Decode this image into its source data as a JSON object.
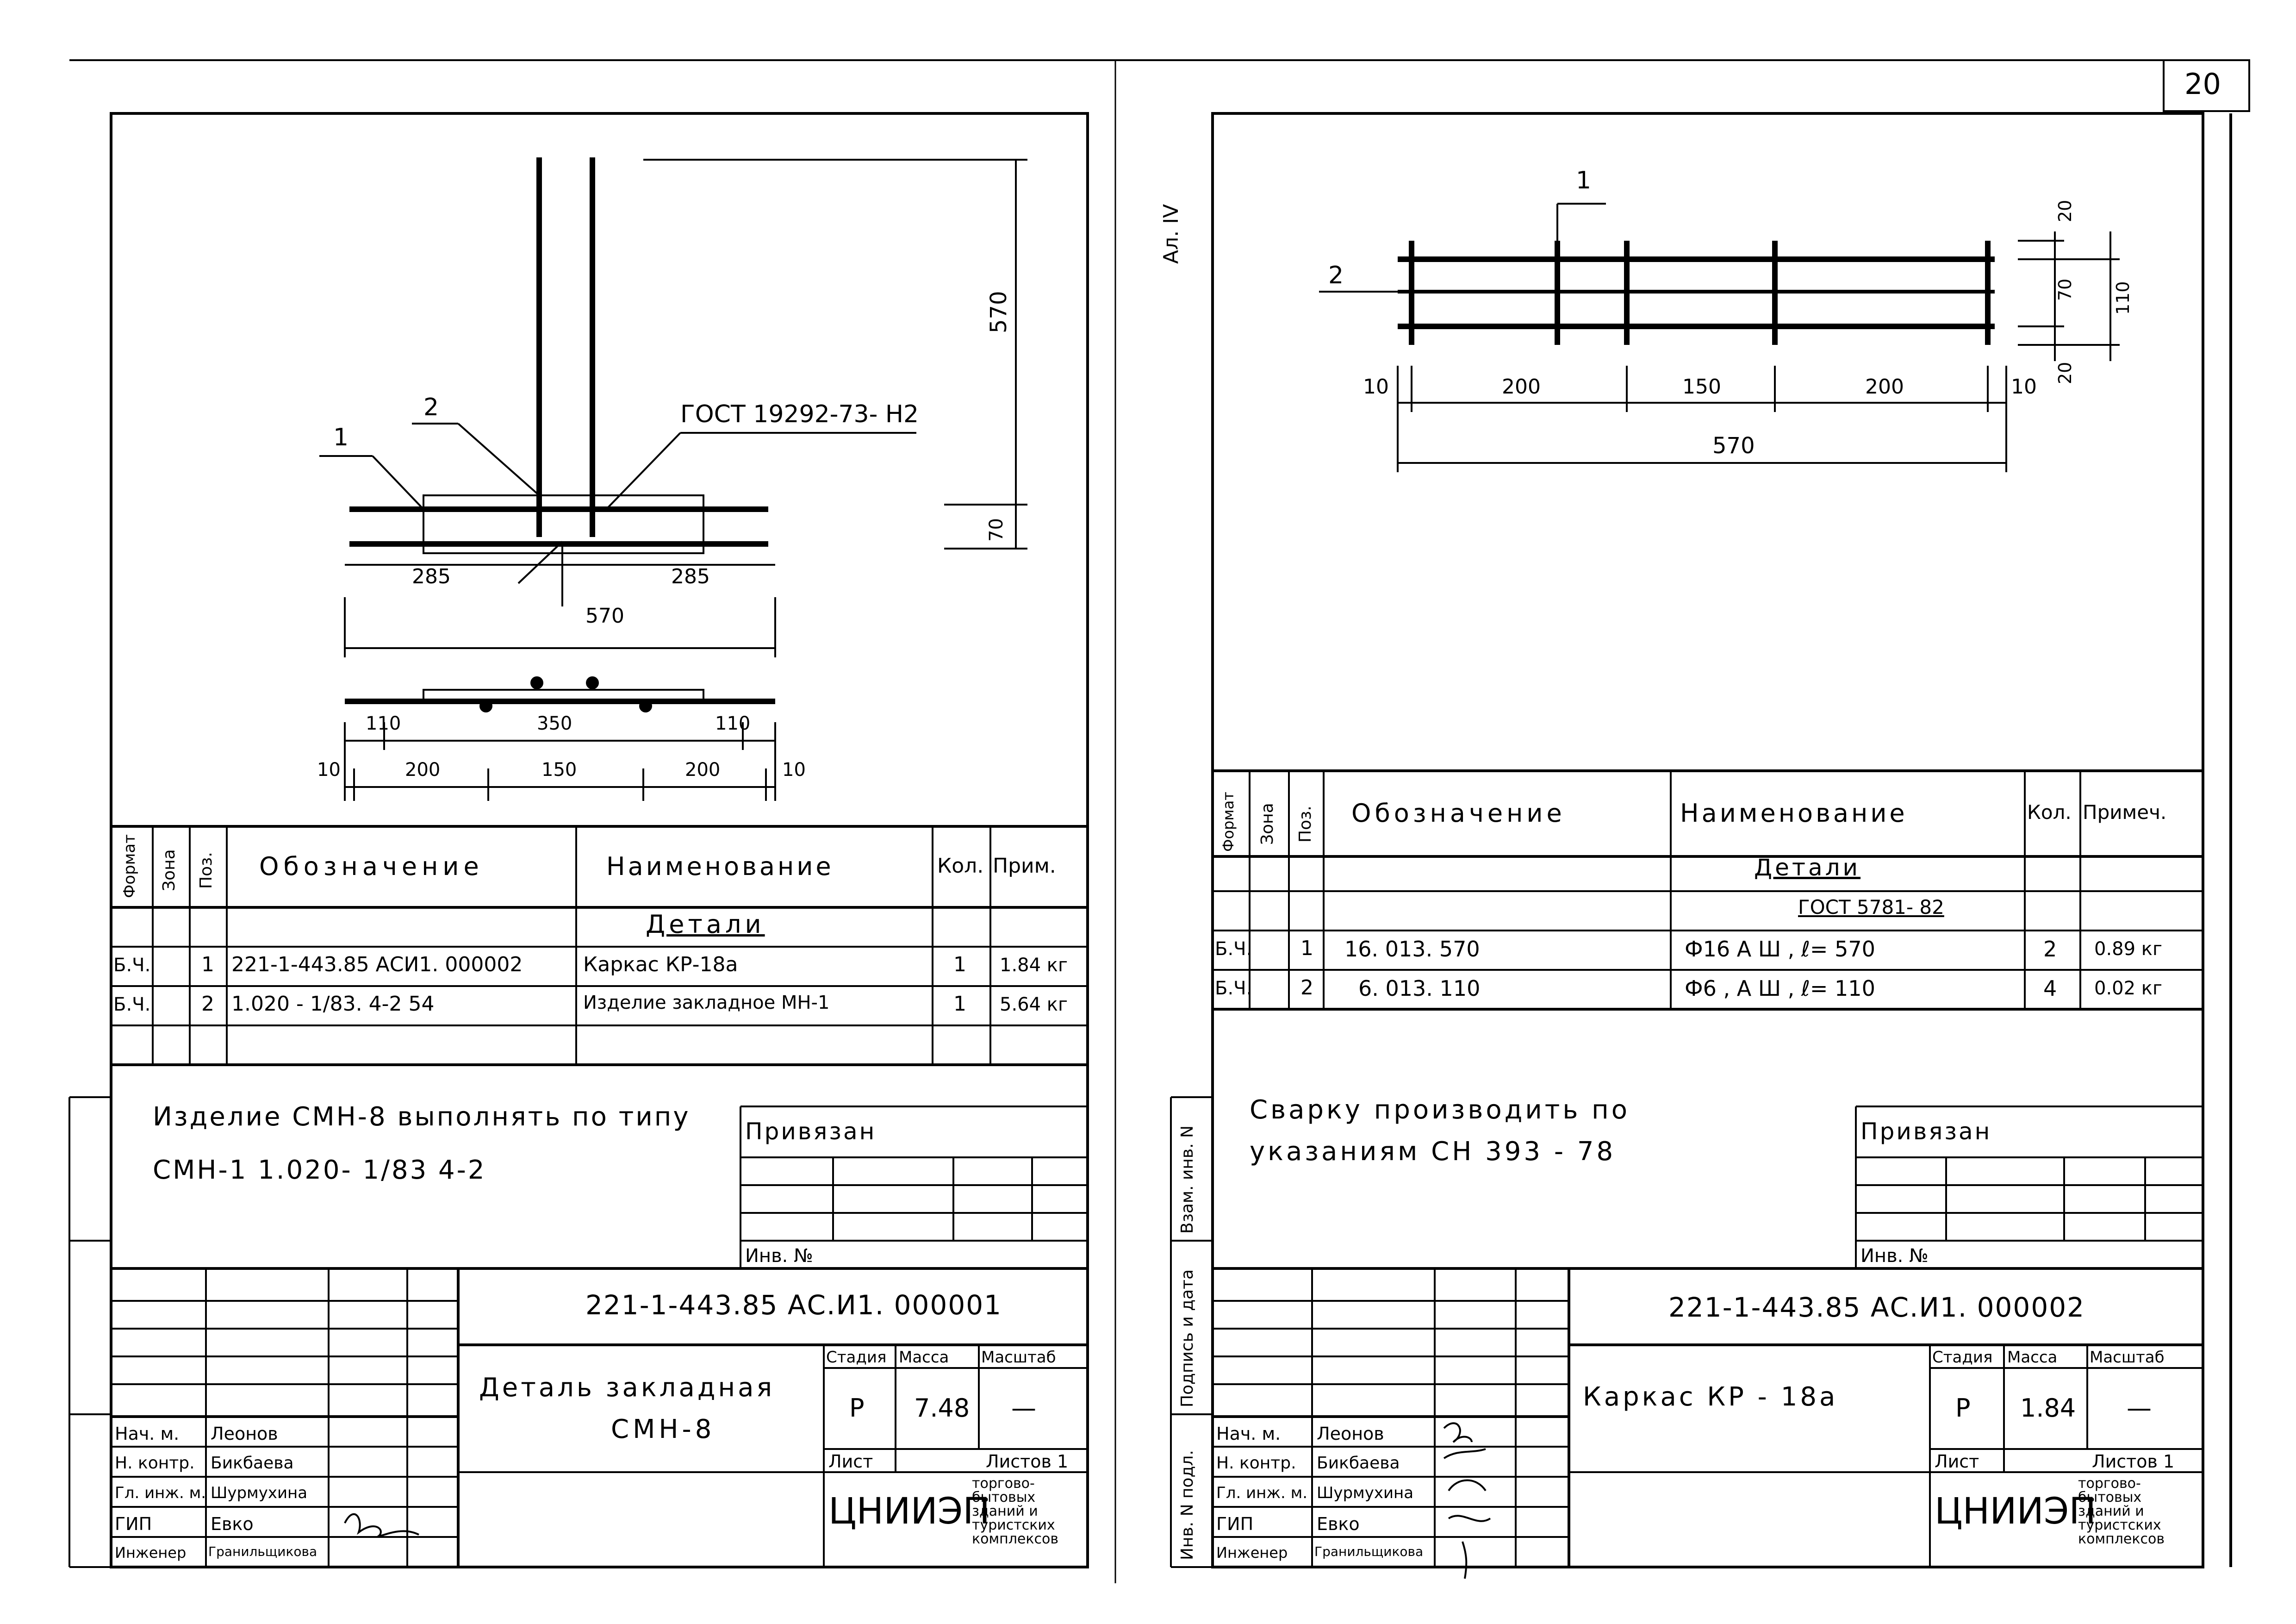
{
  "page_number": "20",
  "left": {
    "drawing": {
      "labels": {
        "callout1": "1",
        "callout2": "2",
        "gost_note": "ГОСТ 19292-73- Н2"
      },
      "dims": {
        "v570": "570",
        "v70": "70",
        "d285a": "285",
        "d285b": "285",
        "d570": "570",
        "d110a": "110",
        "d350": "350",
        "d110b": "110",
        "d10a": "10",
        "d200a": "200",
        "d150": "150",
        "d200b": "200",
        "d10b": "10"
      }
    },
    "spec": {
      "headers": {
        "format": "Формат",
        "zone": "Зона",
        "pos": "Поз.",
        "designation": "Обозначение",
        "name": "Наименование",
        "qty": "Кол.",
        "note": "Прим."
      },
      "section": "Детали",
      "rows": [
        {
          "format": "Б.Ч.",
          "pos": "1",
          "designation": "221-1-443.85 АСИ1. 000002",
          "name": "Каркас КР-18а",
          "qty": "1",
          "note": "1.84 кг"
        },
        {
          "format": "Б.Ч.",
          "pos": "2",
          "designation": "1.020 - 1/83. 4-2 54",
          "name": "Изделие закладное МН-1",
          "qty": "1",
          "note": "5.64 кг"
        }
      ]
    },
    "note_lines": [
      "Изделие СМН-8 выполнять по типу",
      "СМН-1   1.020- 1/83 4-2"
    ],
    "privyazan": "Привязан",
    "inv_no": "Инв. №",
    "title_block": {
      "code": "221-1-443.85   АС.И1. 000001",
      "title_lines": [
        "Деталь закладная",
        "СМН-8"
      ],
      "stage_label": "Стадия",
      "mass_label": "Масса",
      "scale_label": "Масштаб",
      "stage": "Р",
      "mass": "7.48",
      "scale": "—",
      "sheet_label": "Лист",
      "sheets_label": "Листов 1",
      "org": "ЦНИИЭП",
      "org_desc": [
        "торгово-",
        "бытовых",
        "зданий и",
        "туристских",
        "комплексов"
      ],
      "people": [
        {
          "role": "Нач. м.",
          "name": "Леонов"
        },
        {
          "role": "Н. контр.",
          "name": "Бикбаева"
        },
        {
          "role": "Гл. инж. м.",
          "name": "Шурмухина"
        },
        {
          "role": "ГИП",
          "name": "Евко"
        },
        {
          "role": "Инженер",
          "name": "Гранильщикова"
        }
      ]
    }
  },
  "right": {
    "side_note": "Ал. IV",
    "drawing": {
      "labels": {
        "callout1": "1",
        "callout2": "2"
      },
      "dims": {
        "v20a": "20",
        "v70": "70",
        "v110": "110",
        "v20b": "20",
        "d10a": "10",
        "d200a": "200",
        "d150": "150",
        "d200b": "200",
        "d10b": "10",
        "d570": "570"
      }
    },
    "spec": {
      "headers": {
        "format": "Формат",
        "zone": "Зона",
        "pos": "Поз.",
        "designation": "Обозначение",
        "name": "Наименование",
        "qty": "Кол.",
        "note": "Примеч."
      },
      "section": "Детали",
      "subsection": "ГОСТ 5781- 82",
      "rows": [
        {
          "format": "Б.Ч.",
          "pos": "1",
          "designation": "16. 013. 570",
          "name": "Ф16 А Ш ,   ℓ= 570",
          "qty": "2",
          "note": "0.89 кг"
        },
        {
          "format": "Б.Ч.",
          "pos": "2",
          "designation": "6. 013. 110",
          "name": "Ф6 , А Ш ,   ℓ= 110",
          "qty": "4",
          "note": "0.02 кг"
        }
      ]
    },
    "note_lines": [
      "Сварку производить по",
      "указаниям СН 393 - 78"
    ],
    "privyazan": "Привязан",
    "inv_no": "Инв. №",
    "title_block": {
      "code": "221-1-443.85   АС.И1. 000002",
      "title_lines": [
        "Каркас КР - 18а"
      ],
      "stage_label": "Стадия",
      "mass_label": "Масса",
      "scale_label": "Масштаб",
      "stage": "Р",
      "mass": "1.84",
      "scale": "—",
      "sheet_label": "Лист",
      "sheets_label": "Листов 1",
      "org": "ЦНИИЭП",
      "org_desc": [
        "торгово-",
        "бытовых",
        "зданий и",
        "туристских",
        "комплексов"
      ],
      "people": [
        {
          "role": "Нач. м.",
          "name": "Леонов"
        },
        {
          "role": "Н. контр.",
          "name": "Бикбаева"
        },
        {
          "role": "Гл. инж. м.",
          "name": "Шурмухина"
        },
        {
          "role": "ГИП",
          "name": "Евко"
        },
        {
          "role": "Инженер",
          "name": "Гранильщикова"
        }
      ]
    }
  },
  "margin_labels": {
    "inv_podl": "Инв. N подл.",
    "podpis": "Подпись и дата",
    "vzam": "Взам. инв. N"
  }
}
